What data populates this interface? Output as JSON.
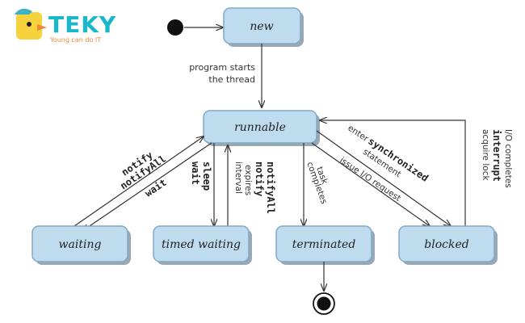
{
  "logo": {
    "text": "TEKY",
    "tagline": "Young can do IT"
  },
  "states": {
    "new": "new",
    "runnable": "runnable",
    "waiting": "waiting",
    "timed_waiting": "timed waiting",
    "terminated": "terminated",
    "blocked": "blocked"
  },
  "transitions": {
    "start_line1": "program starts",
    "start_line2": "the thread",
    "notify": "notify",
    "notify_all": "notifyAll",
    "wait": "wait",
    "timed_wait": "wait",
    "sleep": "sleep",
    "interval": "interval",
    "expires": "expires",
    "notify2": "notify",
    "notify_all2": "notifyAll",
    "task": "task",
    "completes": "completes",
    "enter": "enter",
    "synchronized": "synchronized",
    "statement": "statement",
    "issue_io": "issue I/O request",
    "acquire_lock": "acquire lock",
    "interrupt": "interrupt",
    "io_completes": "I/O completes"
  }
}
